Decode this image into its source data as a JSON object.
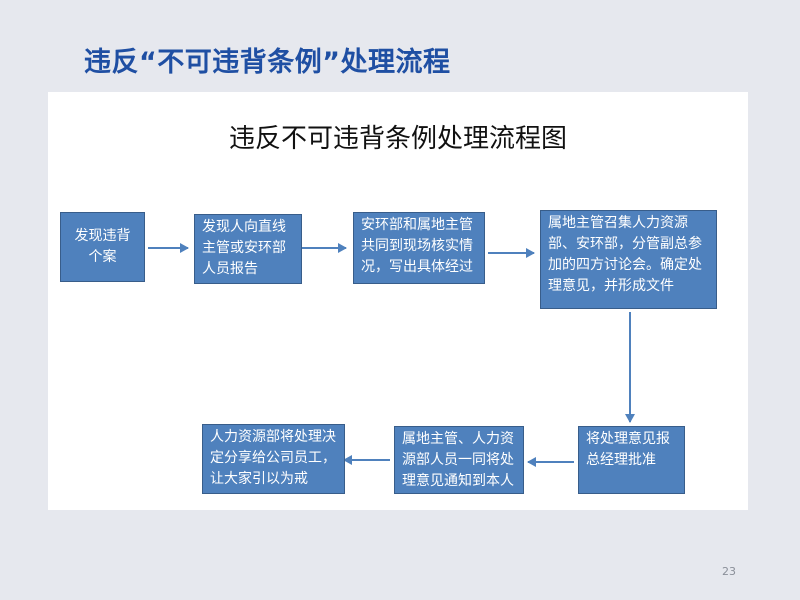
{
  "slide": {
    "title": "违反“不可违背条例”处理流程",
    "page_number": "23"
  },
  "diagram": {
    "title": "违反不可违背条例处理流程图",
    "steps": [
      "发现违背个案",
      "发现人向直线主管或安环部人员报告",
      "安环部和属地主管共同到现场核实情况，写出具体经过",
      "属地主管召集人力资源部、安环部，分管副总参加的四方讨论会。确定处理意见，并形成文件",
      "将处理意见报总经理批准",
      "属地主管、人力资源部人员一同将处理意见通知到本人",
      "人力资源部将处理决定分享给公司员工，让大家引以为戒"
    ],
    "colors": {
      "box_fill": "#4f81bd",
      "box_border": "#385d8a",
      "arrow": "#4f81bd",
      "title": "#1f4fa3"
    }
  }
}
